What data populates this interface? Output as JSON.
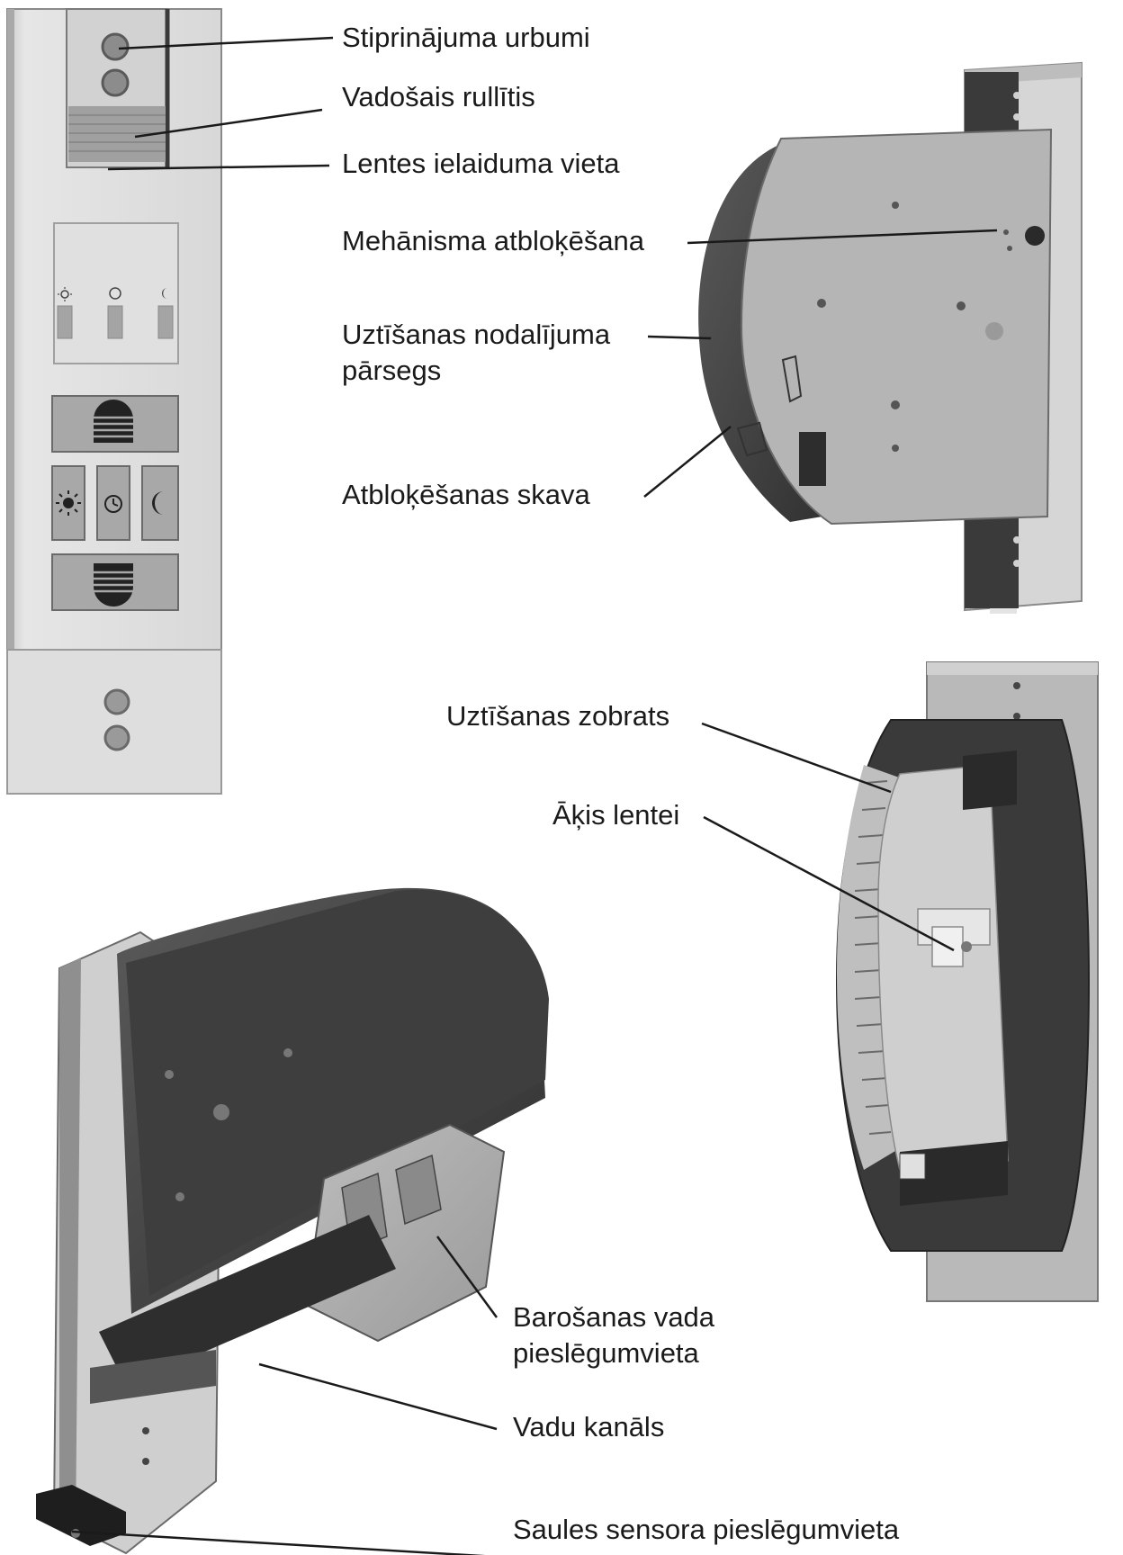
{
  "labels": {
    "stiprinajuma_urbumi": "Stiprinājuma urbumi",
    "vadosais_rullitis": "Vadošais rullītis",
    "lentes_ielaiduma_vieta": "Lentes ielaiduma vieta",
    "mehanisma_atblokesana": "Mehānisma atbloķēšana",
    "uztisanas_nodalijuma_parsegs": [
      "Uztīšanas nodalījuma",
      "pārsegs"
    ],
    "atblokesanas_skava": "Atbloķēšanas skava",
    "uztisanas_zobrats": "Uztīšanas zobrats",
    "akis_lentei": "Āķis lentei",
    "barosanas_vada_pieslegumvieta": [
      "Barošanas vada",
      "pieslēgumvieta"
    ],
    "vadu_kanals": "Vadu kanāls",
    "saules_sensora_pieslegumvieta": "Saules sensora pieslēgumvieta"
  },
  "colors": {
    "housing_light": "#dcdcdc",
    "housing_mid": "#b4b4b4",
    "housing_dark": "#454545",
    "leader_line": "#1a1a1a"
  },
  "icons": {
    "sun": "sun-icon",
    "clock": "clock-icon",
    "moon": "moon-icon",
    "up": "up-arrow-grille-icon",
    "down": "down-arrow-grille-icon"
  }
}
